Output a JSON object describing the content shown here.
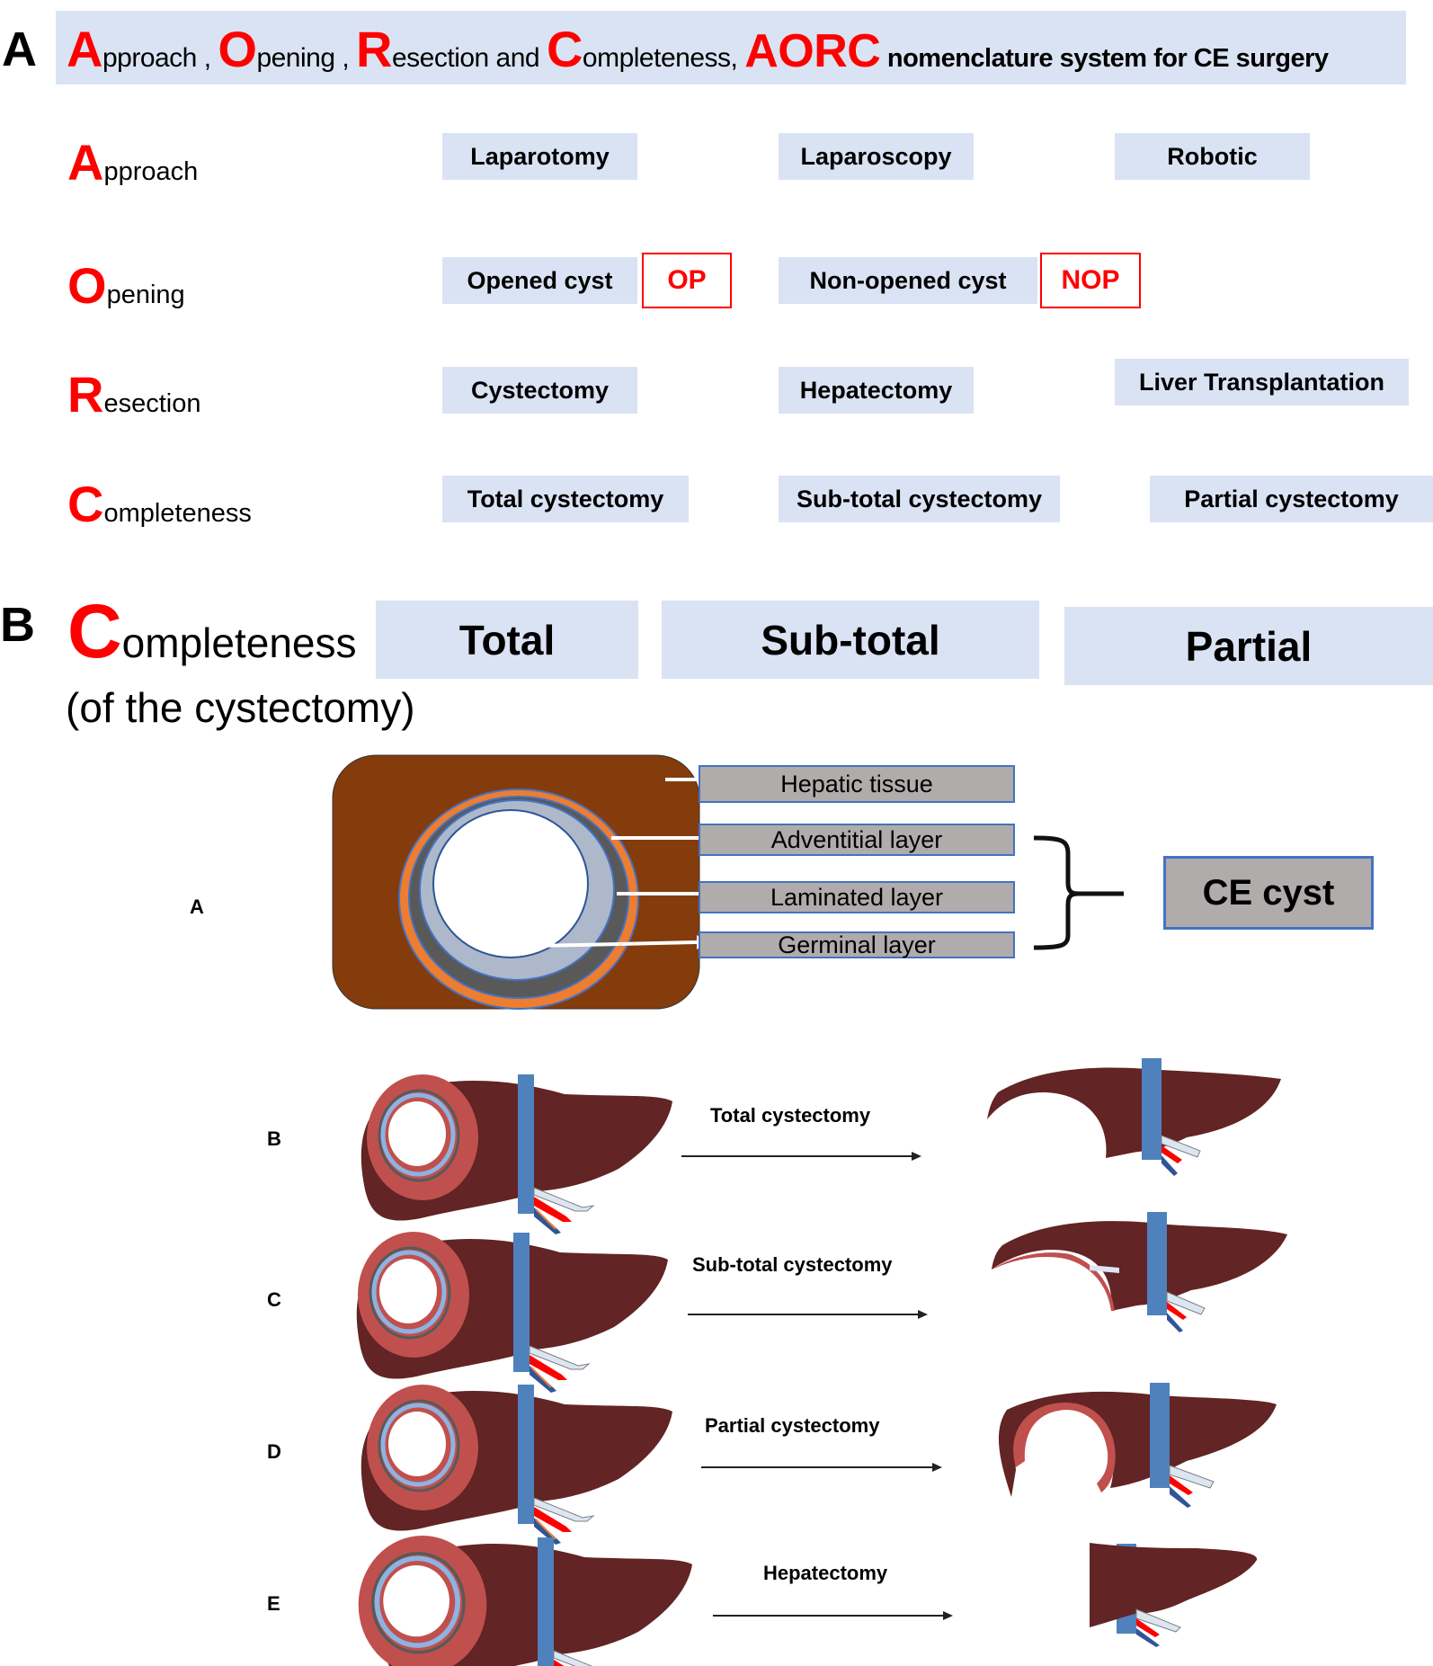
{
  "panel_a": {
    "letter": "A",
    "title": {
      "w1_initial": "A",
      "w1_rest": "pproach , ",
      "w2_initial": "O",
      "w2_rest": "pening , ",
      "w3_initial": "R",
      "w3_rest": "esection and ",
      "w4_initial": "C",
      "w4_rest": "ompleteness, ",
      "acronym": "AORC",
      "suffix": " nomenclature system for CE surgery"
    },
    "rows": [
      {
        "initial": "A",
        "rest": "pproach",
        "options": [
          "Laparotomy",
          "Laparoscopy",
          "Robotic"
        ]
      },
      {
        "initial": "O",
        "rest": "pening",
        "options": [
          "Opened cyst",
          "Non-opened cyst"
        ],
        "codes": [
          "OP",
          "NOP"
        ]
      },
      {
        "initial": "R",
        "rest": "esection",
        "options": [
          "Cystectomy",
          "Hepatectomy",
          "Liver Transplantation"
        ]
      },
      {
        "initial": "C",
        "rest": "ompleteness",
        "options": [
          "Total cystectomy",
          "Sub-total cystectomy",
          "Partial cystectomy"
        ]
      }
    ]
  },
  "panel_b": {
    "letter": "B",
    "heading_initial": "C",
    "heading_rest": "ompleteness",
    "subheading": "(of the cystectomy)",
    "categories": [
      "Total",
      "Sub-total",
      "Partial"
    ],
    "cyst_diagram": {
      "label": "A",
      "layers": [
        "Hepatic tissue",
        "Adventitial layer",
        "Laminated layer",
        "Germinal layer"
      ],
      "group_label": "CE cyst"
    },
    "procedures": [
      {
        "label": "B",
        "procedure": "Total cystectomy"
      },
      {
        "label": "C",
        "procedure": "Sub-total cystectomy"
      },
      {
        "label": "D",
        "procedure": "Partial cystectomy"
      },
      {
        "label": "E",
        "procedure": "Hepatectomy"
      }
    ]
  },
  "colors": {
    "accent_red": "#ff0000",
    "chip_bg": "#dae3f3",
    "liver": "#622424",
    "cyst_wall": "#c0504d",
    "hepatic_tissue": "#843c0c",
    "adventitial": "#ed7d31",
    "layer_box": "#b0acab",
    "vessel_blue": "#4f81bd"
  }
}
